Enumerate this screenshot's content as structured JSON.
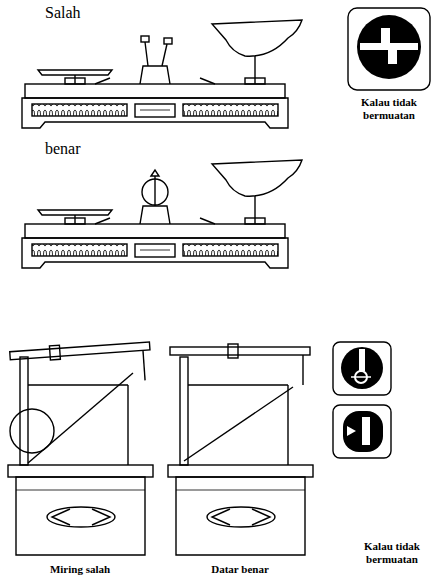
{
  "diagram": {
    "labels": [
      "Salah",
      "Kalau tidak bermuatan",
      "benar",
      "Miring salah",
      "Datar benar",
      "Kalau tidak bermuatan"
    ]
  }
}
